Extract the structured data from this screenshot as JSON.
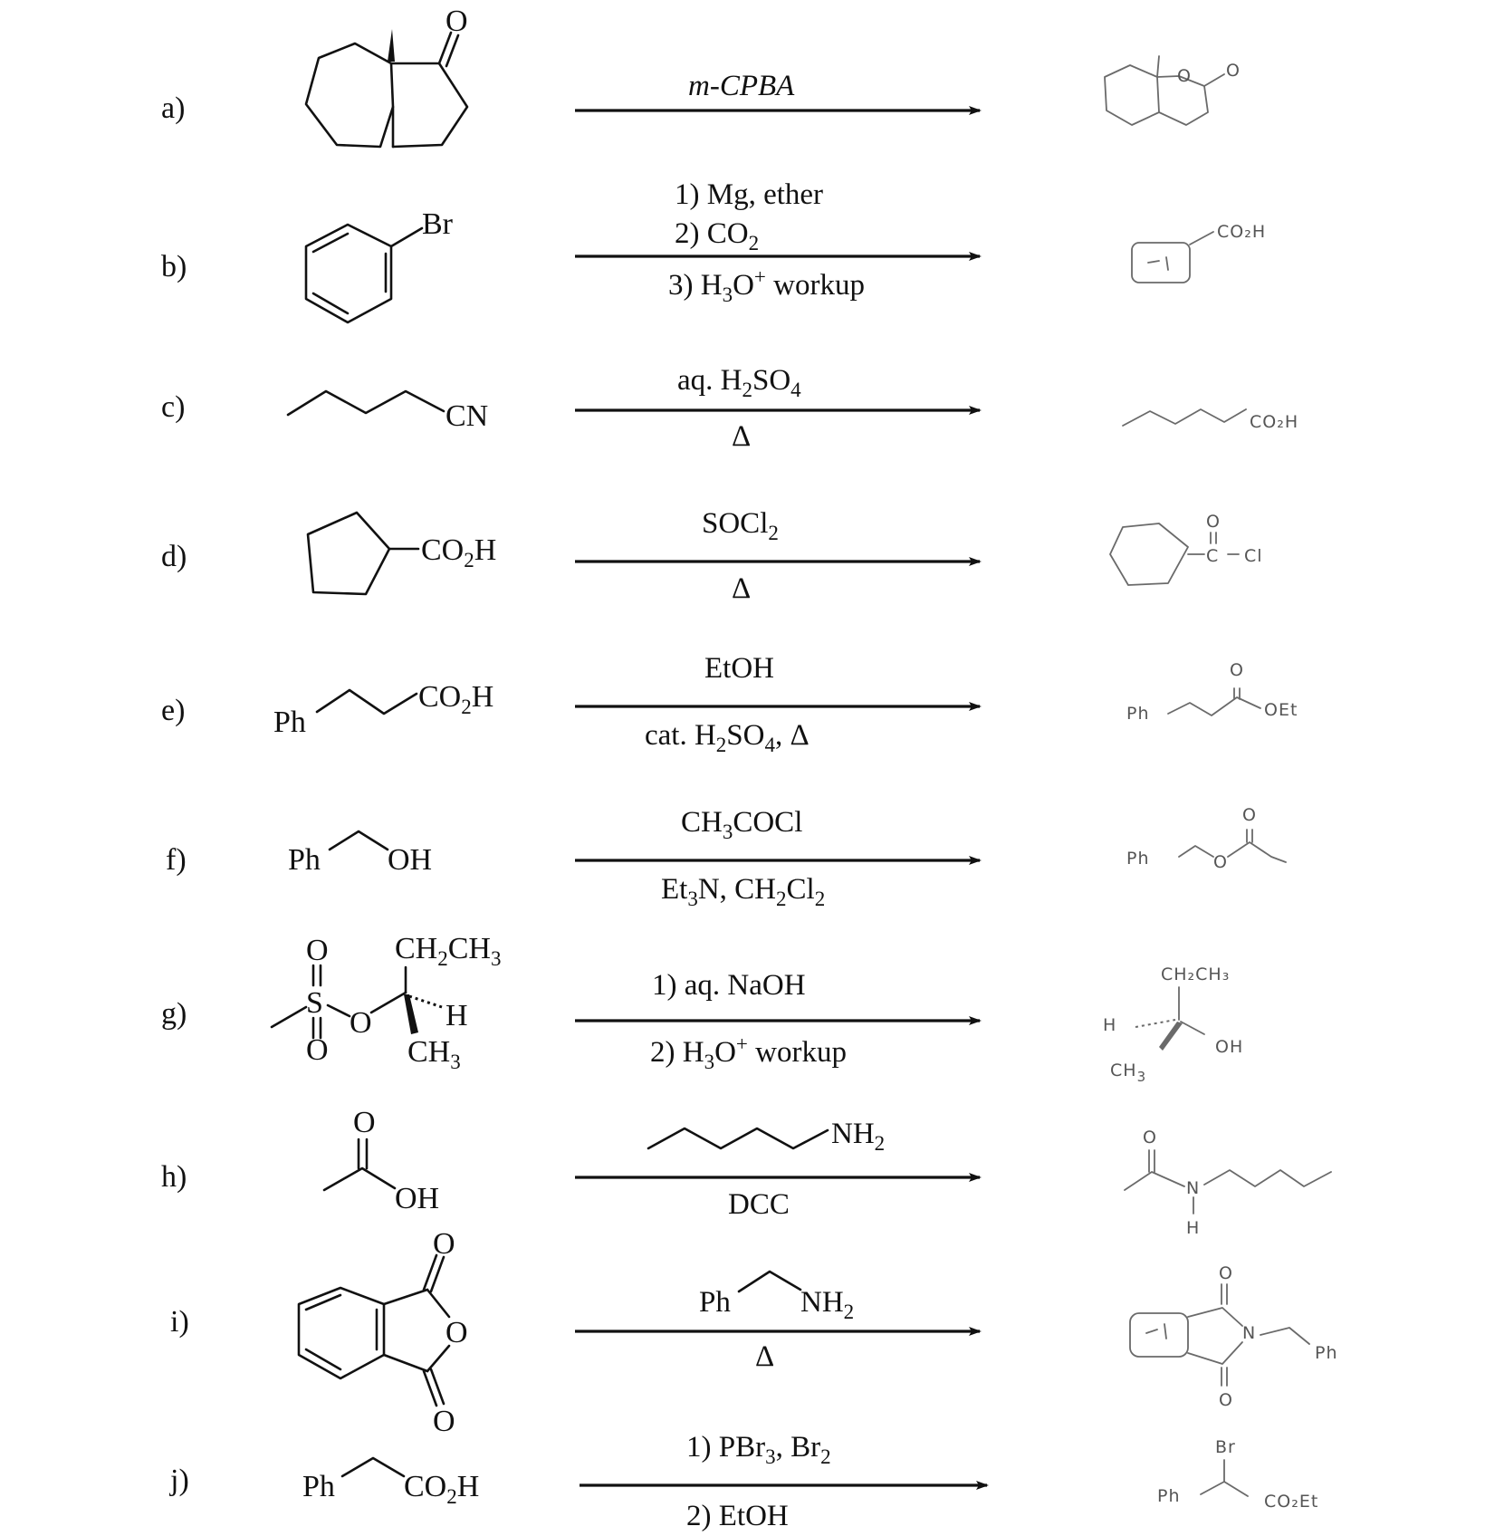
{
  "reactions": [
    {
      "label": "a)",
      "reagents": [
        "m-CPBA"
      ],
      "reagent_below": ""
    },
    {
      "label": "b)",
      "reagent_lines": [
        "1) Mg, ether",
        "2) CO",
        "3) H",
        "O",
        " workup"
      ]
    },
    {
      "label": "c)"
    },
    {
      "label": "d)"
    },
    {
      "label": "e)"
    },
    {
      "label": "f)"
    },
    {
      "label": "g)"
    },
    {
      "label": "h)"
    },
    {
      "label": "i)"
    },
    {
      "label": "j)"
    }
  ],
  "text": {
    "a_reag": "m-CPBA",
    "a_prod_o1": "O",
    "a_prod_o2": "O",
    "a_start_o": "O",
    "b_br": "Br",
    "b_r1": "1) Mg, ether",
    "b_r2a": "2) CO",
    "b_r2s": "2",
    "b_r3a": "3) H",
    "b_r3s": "3",
    "b_r3b": "O",
    "b_r3p": "+",
    "b_r3c": " workup",
    "b_prod": "CO₂H",
    "c_cn": "CN",
    "c_r1a": "aq. H",
    "c_r1s1": "2",
    "c_r1b": "SO",
    "c_r1s2": "4",
    "c_r2": "Δ",
    "c_prod": "CO₂H",
    "d_co2h_a": "CO",
    "d_co2h_s": "2",
    "d_co2h_b": "H",
    "d_r1a": "SOCl",
    "d_r1s": "2",
    "d_r2": "Δ",
    "d_prod_o": "O",
    "d_prod_c": "C",
    "d_prod_cl": "Cl",
    "e_ph": "Ph",
    "e_co2h_a": "CO",
    "e_co2h_s": "2",
    "e_co2h_b": "H",
    "e_r1": "EtOH",
    "e_r2a": "cat. H",
    "e_r2s1": "2",
    "e_r2b": "SO",
    "e_r2s2": "4",
    "e_r2c": ", Δ",
    "e_prod_ph": "Ph",
    "e_prod_o": "O",
    "e_prod_oet": "OEt",
    "f_ph": "Ph",
    "f_oh": "OH",
    "f_r1a": "CH",
    "f_r1s": "3",
    "f_r1b": "COCl",
    "f_r2a": "Et",
    "f_r2s1": "3",
    "f_r2b": "N, CH",
    "f_r2s2": "2",
    "f_r2c": "Cl",
    "f_r2s3": "2",
    "f_prod_ph": "Ph",
    "f_prod_o1": "O",
    "f_prod_o2": "O",
    "g_o1": "O",
    "g_s": "S",
    "g_o2": "O",
    "g_o3": "O",
    "g_et_a": "CH",
    "g_et_s1": "2",
    "g_et_b": "CH",
    "g_et_s2": "3",
    "g_h": "H",
    "g_me_a": "CH",
    "g_me_s": "3",
    "g_r1": "1) aq. NaOH",
    "g_r2a": "2) H",
    "g_r2s": "3",
    "g_r2b": "O",
    "g_r2p": "+",
    "g_r2c": " workup",
    "g_prod_et": "CH₂CH₃",
    "g_prod_h": "H",
    "g_prod_oh": "OH",
    "g_prod_me": "CH",
    "g_prod_me_s": "3",
    "h_o": "O",
    "h_oh": "OH",
    "h_nh2a": "NH",
    "h_nh2s": "2",
    "h_r2": "DCC",
    "h_prod_o": "O",
    "h_prod_n": "N",
    "h_prod_h": "H",
    "i_o1": "O",
    "i_o2": "O",
    "i_o3": "O",
    "i_r_ph": "Ph",
    "i_r_nh2a": "NH",
    "i_r_nh2s": "2",
    "i_r2": "Δ",
    "i_prod_o1": "O",
    "i_prod_o2": "O",
    "i_prod_n": "N",
    "i_prod_ph": "Ph",
    "j_ph": "Ph",
    "j_co2h_a": "CO",
    "j_co2h_s": "2",
    "j_co2h_b": "H",
    "j_r1a": "1) PBr",
    "j_r1s1": "3",
    "j_r1b": ", Br",
    "j_r1s2": "2",
    "j_r2": "2) EtOH",
    "j_prod_br": "Br",
    "j_prod_ph": "Ph",
    "j_prod_co2et": "CO₂Et"
  },
  "labels": [
    "a)",
    "b)",
    "c)",
    "d)",
    "e)",
    "f)",
    "g)",
    "h)",
    "i)",
    "j)"
  ]
}
